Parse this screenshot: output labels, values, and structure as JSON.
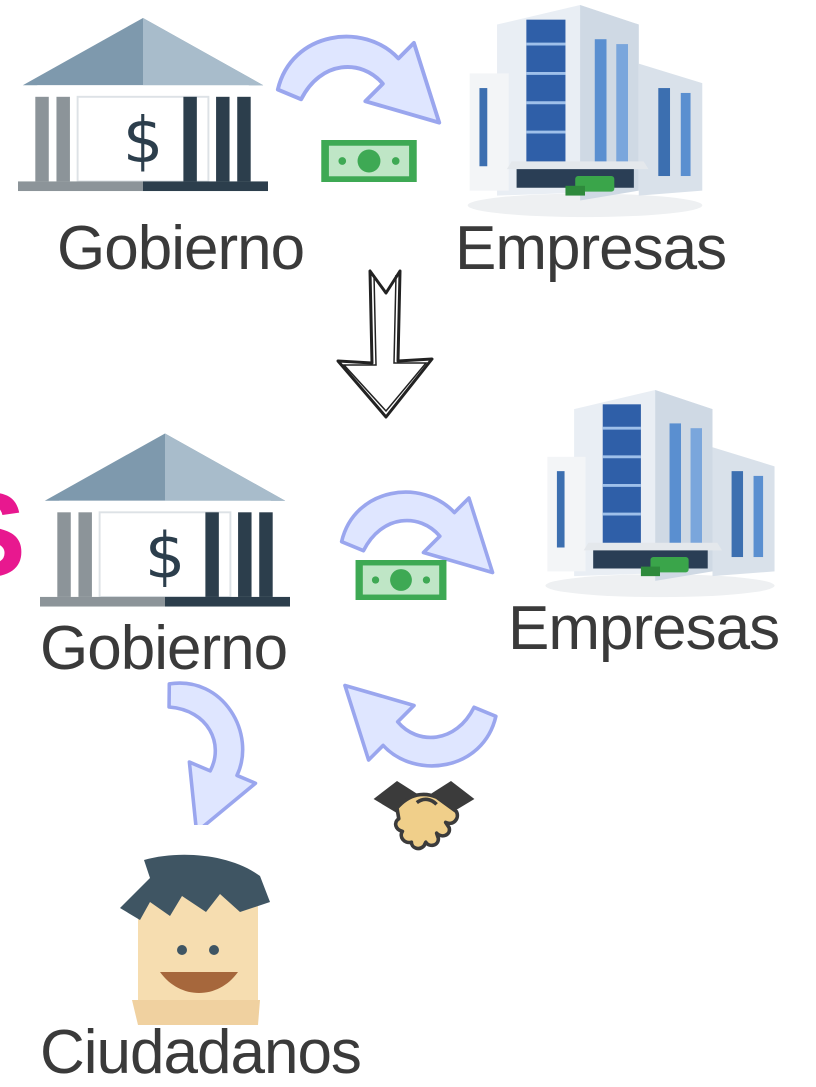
{
  "nodes": {
    "gobierno_top": "Gobierno",
    "empresas_top": "Empresas",
    "gobierno_bottom": "Gobierno",
    "empresas_bottom": "Empresas",
    "ciudadanos": "Ciudadanos"
  },
  "icons": {
    "government": "bank-building-icon",
    "company": "office-building-icon",
    "money": "banknote-icon",
    "handshake": "handshake-icon",
    "citizen": "person-face-icon",
    "flow_arrow": "curved-arrow-icon",
    "transition_arrow": "down-arrow-icon"
  },
  "edge_text": "S",
  "colors": {
    "arrow_fill": "#dfe6ff",
    "arrow_stroke": "#9aa6ee",
    "roof": "#7e99ad",
    "column_dark": "#2c3e4c",
    "column_gray": "#8c9499",
    "money_green": "#3ea954",
    "edge_text": "#e8188f",
    "label_text": "#3a3a3a"
  }
}
